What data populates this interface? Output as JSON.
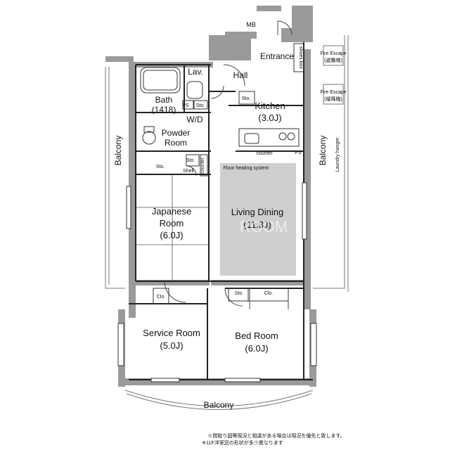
{
  "rooms": {
    "mb": "MB",
    "entrance": "Entrance",
    "shoes_box": "shoes box",
    "hall": "Hall",
    "lav": "Lav.",
    "bath_name": "Bath",
    "bath_size": "(1418)",
    "ps": "PS",
    "sto": "Sto.",
    "wd": "W/D",
    "powder_1": "Powder",
    "powder_2": "Room",
    "kitchen_name": "Kitchen",
    "kitchen_size": "(3.0J)",
    "counter": "counter",
    "shelf": "Shelf",
    "floor_heating": "Floor heating system",
    "japanese_1": "Japanese",
    "japanese_2": "Room",
    "japanese_size": "(6.0J)",
    "living_name": "Living Dining",
    "living_size": "(11.3J)",
    "clo": "Clo.",
    "service_name": "Service Room",
    "service_size": "(5.0J)",
    "bed_name": "Bed Room",
    "bed_size": "(6.0J)",
    "balcony": "Balcony",
    "laundry_hanger": "Laundry hanger",
    "fire_escape_1": "Fire Escape",
    "fire_escape_1_jp": "(避難梯)",
    "fire_escape_2": "Fire Escape",
    "fire_escape_2_jp": "(緩降機)",
    "watermark": "ROOM"
  },
  "notes": {
    "line1": "※間取り図等現況と相違がある場合は現況を優先と致します。",
    "line2": "※11F洋室窓の形状が多少異なります"
  }
}
